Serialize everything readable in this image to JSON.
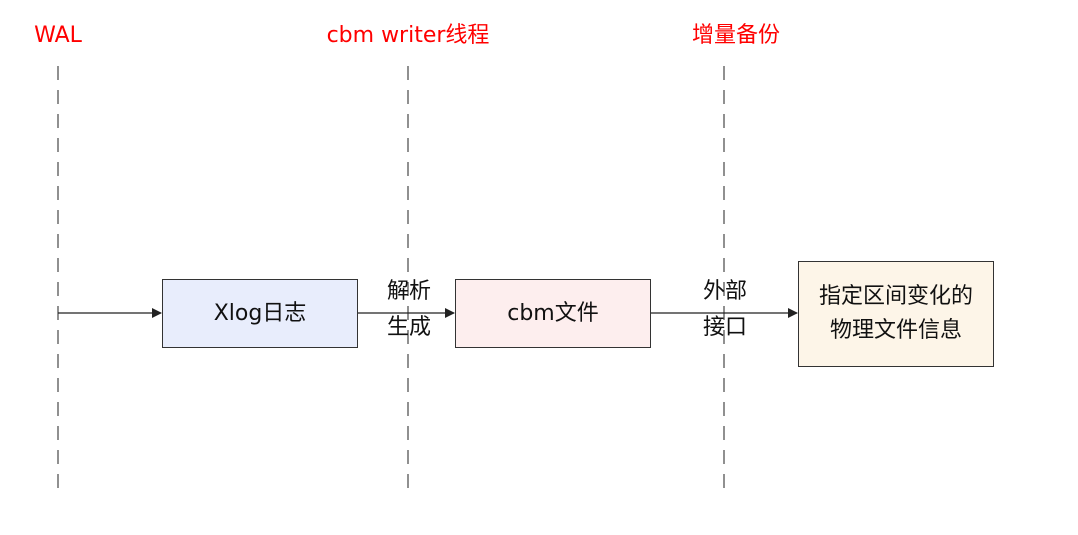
{
  "colors": {
    "lane_title": "#ff0000",
    "line": "#222222",
    "xlog_fill": "#e8edfc",
    "cbm_fill": "#fdeeee",
    "result_fill": "#fdf5e8"
  },
  "lanes": {
    "wal": "WAL",
    "cbm_writer": "cbm writer线程",
    "incremental_backup": "增量备份"
  },
  "nodes": {
    "xlog": "Xlog日志",
    "cbm_file": "cbm文件",
    "result_line1": "指定区间变化的",
    "result_line2": "物理文件信息"
  },
  "edges": {
    "parse_line1": "解析",
    "parse_line2": "生成",
    "interface_line1": "外部",
    "interface_line2": "接口"
  }
}
